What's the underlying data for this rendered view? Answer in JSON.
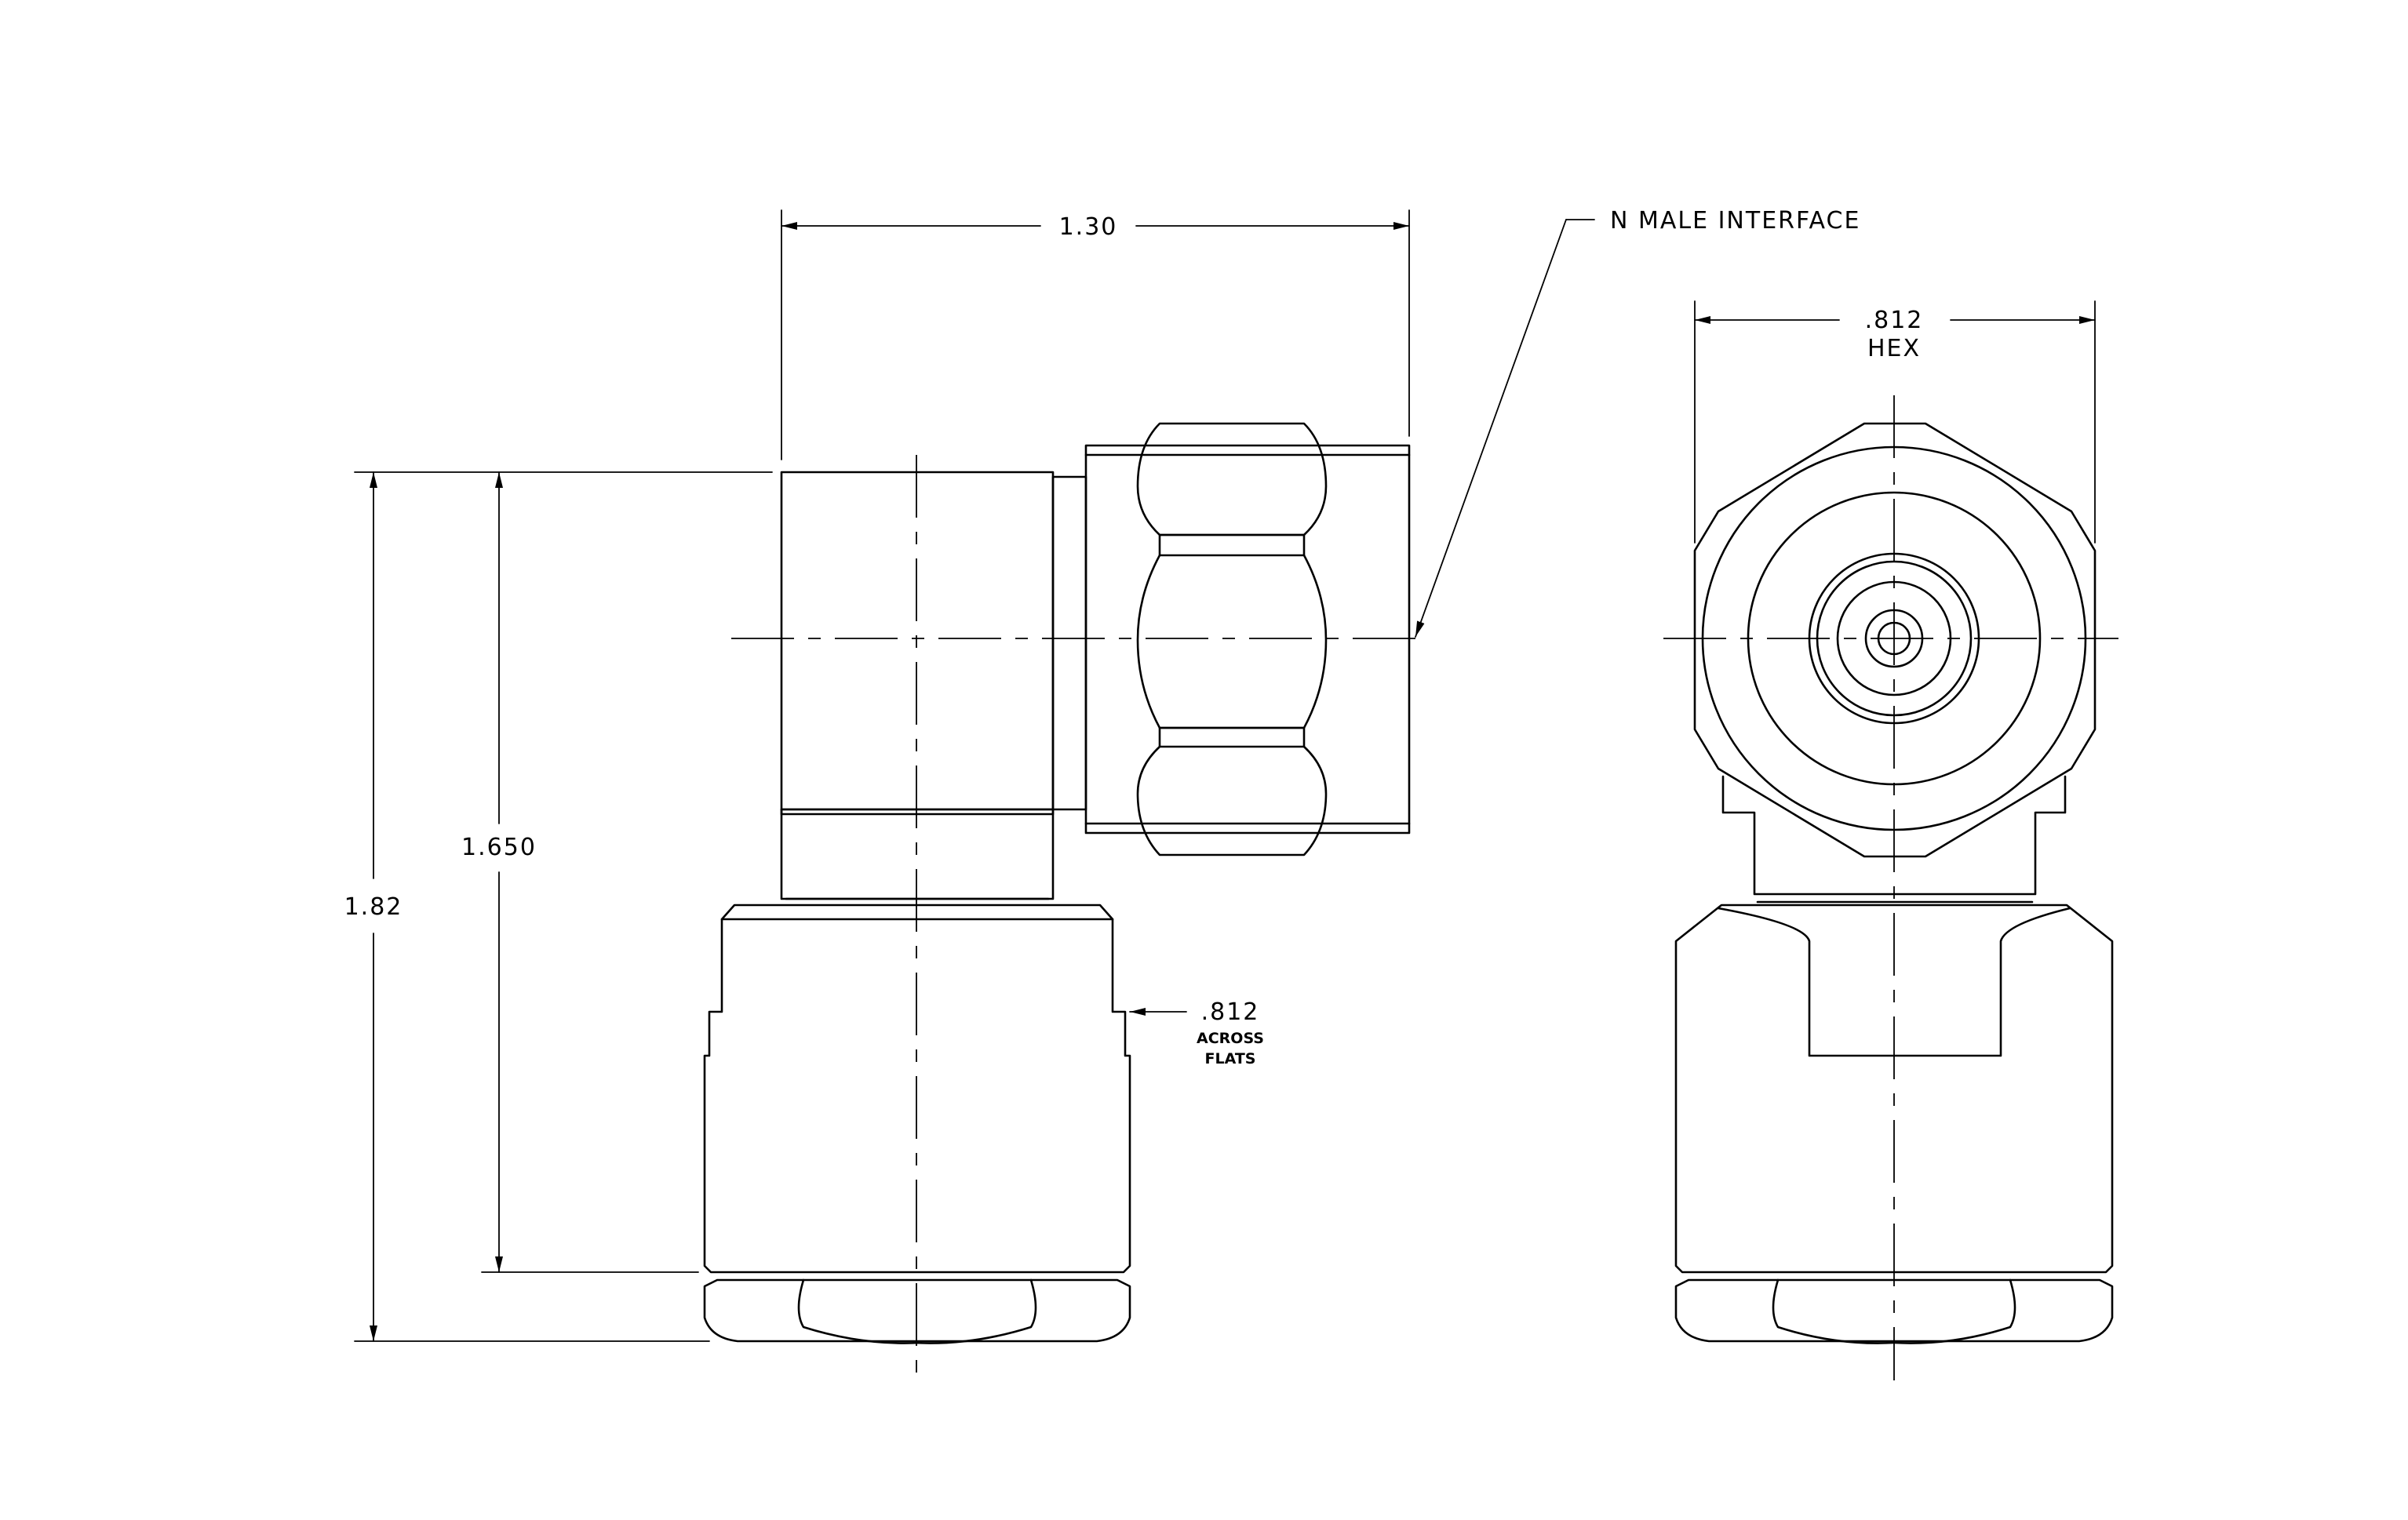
{
  "dimensions": {
    "width_top": "1.30",
    "height_outer": "1.82",
    "height_inner": "1.650",
    "hex_top": ".812",
    "hex_top_label": "HEX",
    "flats_value": ".812",
    "flats_label_1": "ACROSS",
    "flats_label_2": "FLATS"
  },
  "callouts": {
    "interface": "N MALE INTERFACE"
  }
}
